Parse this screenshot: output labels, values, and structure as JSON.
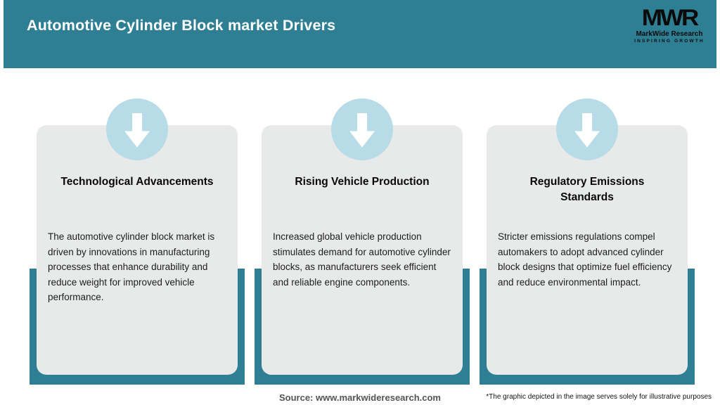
{
  "header": {
    "title": "Automotive Cylinder Block market Drivers",
    "logo": {
      "acronym": "MWR",
      "name": "MarkWide Research",
      "tagline": "INSPIRING GROWTH"
    }
  },
  "cards": [
    {
      "title": "Technological Advancements",
      "body": "The automotive cylinder block market is driven by innovations in manufacturing processes that enhance durability and reduce weight for improved vehicle performance."
    },
    {
      "title": "Rising Vehicle Production",
      "body": "Increased global vehicle production stimulates demand for automotive cylinder blocks, as manufacturers seek efficient and reliable engine components."
    },
    {
      "title": "Regulatory Emissions\nStandards",
      "body": "Stricter emissions regulations compel automakers to adopt advanced cylinder block designs that optimize fuel efficiency and reduce environmental impact."
    }
  ],
  "footer": {
    "source": "Source: www.markwideresearch.com",
    "disclaimer": "*The graphic depicted in the image serves solely for illustrative purposes"
  },
  "colors": {
    "teal": "#2F7F94",
    "icon_circle_blue": "#B7DBE7",
    "card_background": "#E8EAEA"
  },
  "icons": {
    "card_icon": "down-arrow-icon"
  }
}
